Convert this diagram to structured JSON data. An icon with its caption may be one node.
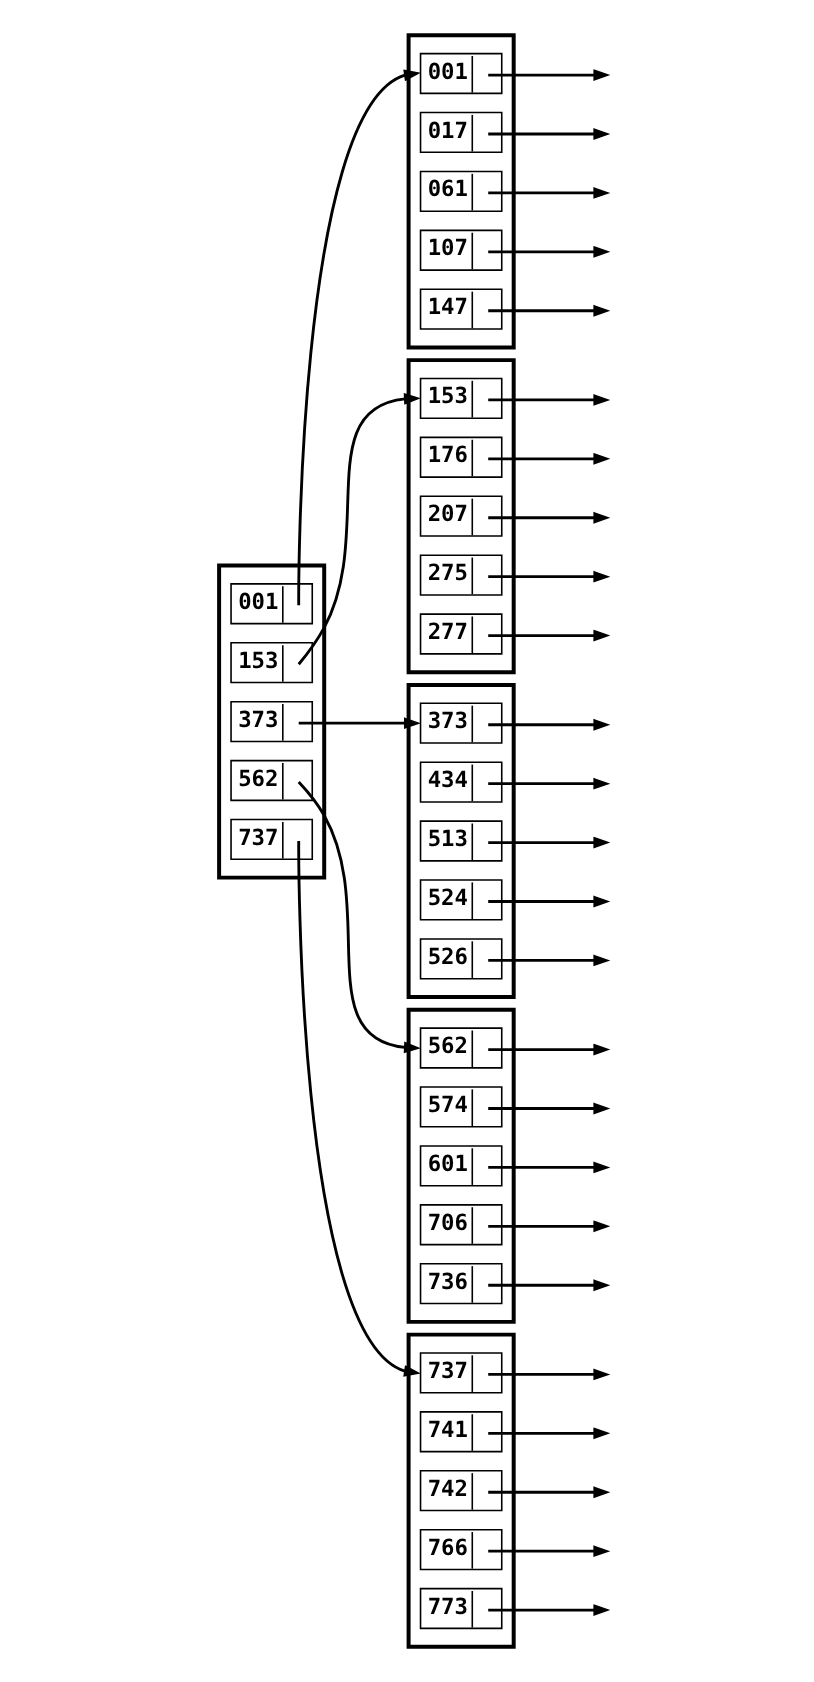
{
  "diagram": {
    "nodes": [
      {
        "text": [],
        "shape": "box"
      },
      {
        "text": [
          "001"
        ],
        "in": 0
      },
      {
        "text": [
          "153"
        ],
        "in": 0
      },
      {
        "text": [
          "373"
        ],
        "in": 0
      },
      {
        "text": [
          "562"
        ],
        "in": 0
      },
      {
        "text": [
          "737"
        ],
        "in": 0
      },
      {
        "text": [],
        "shape": "box"
      },
      {
        "text": [
          "001"
        ],
        "in": 6
      },
      {
        "text": [
          "017"
        ],
        "in": 6
      },
      {
        "text": [
          "061"
        ],
        "in": 6
      },
      {
        "text": [
          "107"
        ],
        "in": 6
      },
      {
        "text": [
          "147"
        ],
        "in": 6
      },
      {
        "text": [],
        "shape": "box"
      },
      {
        "text": [
          "153"
        ],
        "in": 12
      },
      {
        "text": [
          "176"
        ],
        "in": 12
      },
      {
        "text": [
          "207"
        ],
        "in": 12
      },
      {
        "text": [
          "275"
        ],
        "in": 12
      },
      {
        "text": [
          "277"
        ],
        "in": 12
      },
      {
        "text": [],
        "shape": "box"
      },
      {
        "text": [
          "373"
        ],
        "in": 18
      },
      {
        "text": [
          "434"
        ],
        "in": 18
      },
      {
        "text": [
          "513"
        ],
        "in": 18
      },
      {
        "text": [
          "524"
        ],
        "in": 18
      },
      {
        "text": [
          "526"
        ],
        "in": 18
      },
      {
        "text": [],
        "shape": "box"
      },
      {
        "text": [
          "562"
        ],
        "in": 24
      },
      {
        "text": [
          "574"
        ],
        "in": 24
      },
      {
        "text": [
          "601"
        ],
        "in": 24
      },
      {
        "text": [
          "706"
        ],
        "in": 24
      },
      {
        "text": [
          "736"
        ],
        "in": 24
      },
      {
        "text": [],
        "shape": "box"
      },
      {
        "text": [
          "737"
        ],
        "in": 30
      },
      {
        "text": [
          "741"
        ],
        "in": 30
      },
      {
        "text": [
          "742"
        ],
        "in": 30
      },
      {
        "text": [
          "766"
        ],
        "in": 30
      },
      {
        "text": [
          "773"
        ],
        "in": 30
      }
    ],
    "edges": [
      {
        "from": 1,
        "to": 7,
        "arrow": "to"
      },
      {
        "from": 2,
        "to": 13,
        "arrow": "to"
      },
      {
        "from": 3,
        "to": 19,
        "arrow": "to"
      },
      {
        "from": 4,
        "to": 25,
        "arrow": "to"
      },
      {
        "from": 5,
        "to": 31,
        "arrow": "to"
      },
      {
        "from": 7,
        "to": null,
        "arrow": "to"
      },
      {
        "from": 8,
        "to": null,
        "arrow": "to"
      },
      {
        "from": 9,
        "to": null,
        "arrow": "to"
      },
      {
        "from": 10,
        "to": null,
        "arrow": "to"
      },
      {
        "from": 11,
        "to": null,
        "arrow": "to"
      },
      {
        "from": 13,
        "to": null,
        "arrow": "to"
      },
      {
        "from": 14,
        "to": null,
        "arrow": "to"
      },
      {
        "from": 15,
        "to": null,
        "arrow": "to"
      },
      {
        "from": 16,
        "to": null,
        "arrow": "to"
      },
      {
        "from": 17,
        "to": null,
        "arrow": "to"
      },
      {
        "from": 19,
        "to": null,
        "arrow": "to"
      },
      {
        "from": 20,
        "to": null,
        "arrow": "to"
      },
      {
        "from": 21,
        "to": null,
        "arrow": "to"
      },
      {
        "from": 22,
        "to": null,
        "arrow": "to"
      },
      {
        "from": 23,
        "to": null,
        "arrow": "to"
      },
      {
        "from": 25,
        "to": null,
        "arrow": "to"
      },
      {
        "from": 26,
        "to": null,
        "arrow": "to"
      },
      {
        "from": 27,
        "to": null,
        "arrow": "to"
      },
      {
        "from": 28,
        "to": null,
        "arrow": "to"
      },
      {
        "from": 29,
        "to": null,
        "arrow": "to"
      },
      {
        "from": 31,
        "to": null,
        "arrow": "to"
      },
      {
        "from": 32,
        "to": null,
        "arrow": "to"
      },
      {
        "from": 33,
        "to": null,
        "arrow": "to"
      },
      {
        "from": 34,
        "to": null,
        "arrow": "to"
      },
      {
        "from": 35,
        "to": null,
        "arrow": "to"
      }
    ]
  }
}
